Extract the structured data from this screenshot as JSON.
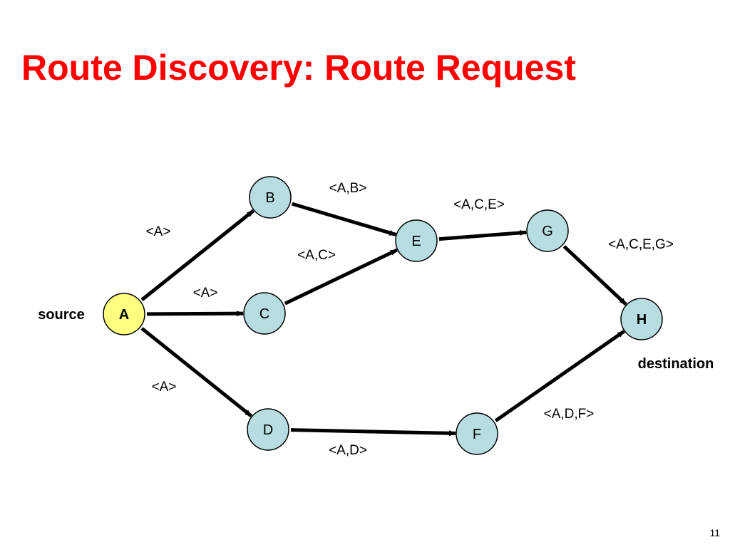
{
  "slide": {
    "title": "Route Discovery: Route Request",
    "page_number": "11"
  },
  "colors": {
    "title": "#ff0000",
    "node_fill": "#b7dde1",
    "source_fill": "#ffff80",
    "edge": "#000000"
  },
  "nodes": {
    "A": {
      "label": "A",
      "bold": true,
      "fill": "#ffff80"
    },
    "B": {
      "label": "B",
      "bold": false,
      "fill": "#b7dde1"
    },
    "C": {
      "label": "C",
      "bold": false,
      "fill": "#b7dde1"
    },
    "D": {
      "label": "D",
      "bold": false,
      "fill": "#b7dde1"
    },
    "E": {
      "label": "E",
      "bold": false,
      "fill": "#b7dde1"
    },
    "F": {
      "label": "F",
      "bold": false,
      "fill": "#b7dde1"
    },
    "G": {
      "label": "G",
      "bold": false,
      "fill": "#b7dde1"
    },
    "H": {
      "label": "H",
      "bold": true,
      "fill": "#b7dde1"
    }
  },
  "edges": [
    {
      "from": "A",
      "to": "B",
      "label": "<A>"
    },
    {
      "from": "A",
      "to": "C",
      "label": "<A>"
    },
    {
      "from": "A",
      "to": "D",
      "label": "<A>"
    },
    {
      "from": "B",
      "to": "E",
      "label": "<A,B>"
    },
    {
      "from": "C",
      "to": "E",
      "label": "<A,C>"
    },
    {
      "from": "E",
      "to": "G",
      "label": "<A,C,E>"
    },
    {
      "from": "G",
      "to": "H",
      "label": "<A,C,E,G>"
    },
    {
      "from": "D",
      "to": "F",
      "label": "<A,D>"
    },
    {
      "from": "F",
      "to": "H",
      "label": "<A,D,F>"
    }
  ],
  "labels": {
    "source": "source",
    "destination": "destination"
  }
}
